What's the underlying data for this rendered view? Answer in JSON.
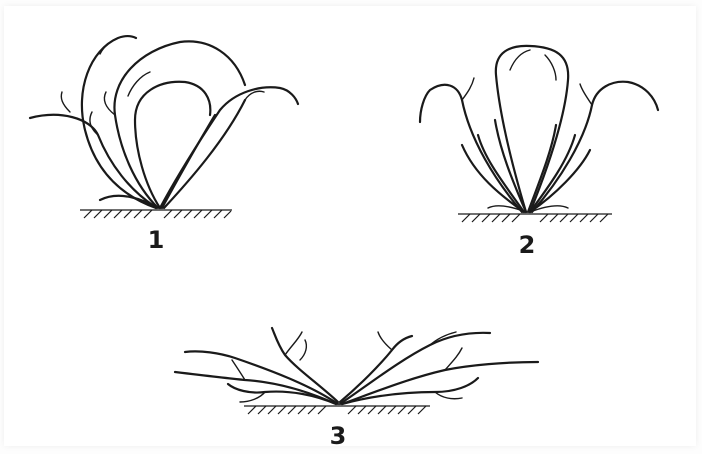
{
  "figures": [
    {
      "id": "1",
      "label": "1"
    },
    {
      "id": "2",
      "label": "2"
    },
    {
      "id": "3",
      "label": "3"
    }
  ],
  "colors": {
    "ink": "#1a1a1a",
    "background": "#ffffff"
  }
}
